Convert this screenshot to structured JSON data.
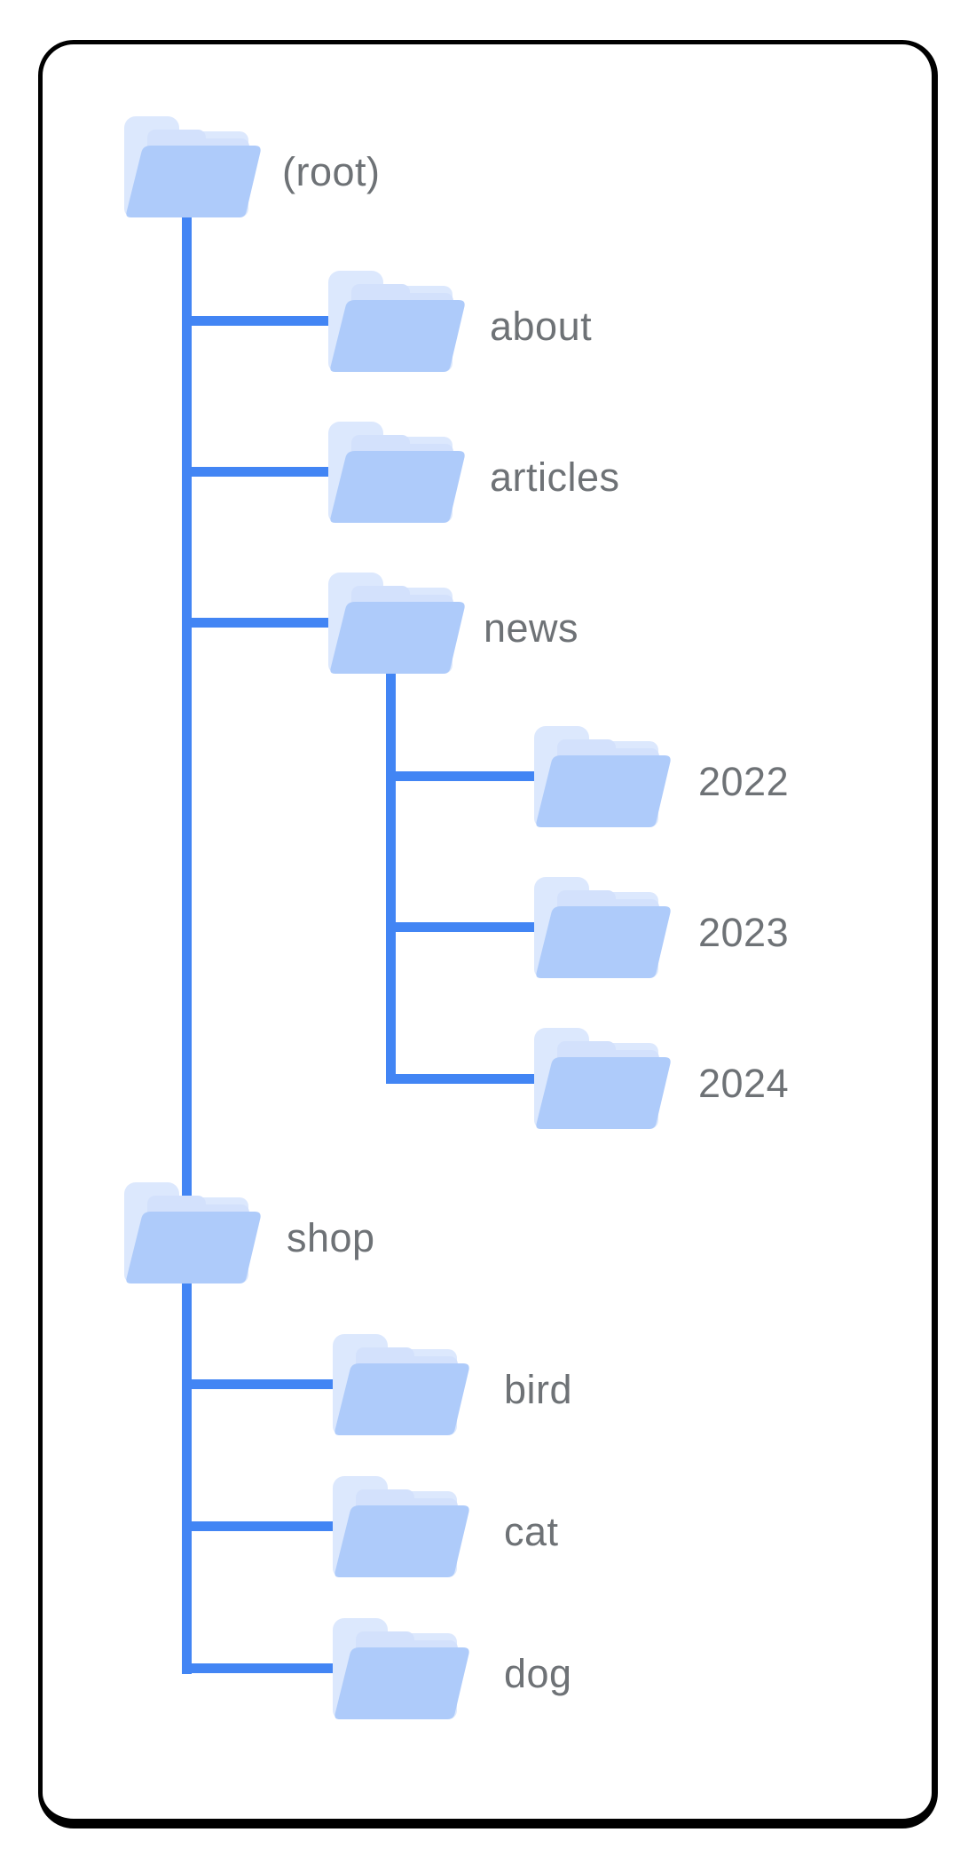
{
  "diagram": {
    "type": "site-folder-tree",
    "colors": {
      "connector_blue": "#4285f4",
      "folder_front": "#aecbfa",
      "folder_middle": "#d3e1fc",
      "folder_back": "#dce8fd",
      "label_gray": "#6e7276",
      "card_border": "#000000",
      "background": "#ffffff"
    },
    "nodes": [
      {
        "id": "root",
        "label": "(root)",
        "depth": 0,
        "parent": null
      },
      {
        "id": "about",
        "label": "about",
        "depth": 1,
        "parent": "root"
      },
      {
        "id": "articles",
        "label": "articles",
        "depth": 1,
        "parent": "root"
      },
      {
        "id": "news",
        "label": "news",
        "depth": 1,
        "parent": "root"
      },
      {
        "id": "2022",
        "label": "2022",
        "depth": 2,
        "parent": "news"
      },
      {
        "id": "2023",
        "label": "2023",
        "depth": 2,
        "parent": "news"
      },
      {
        "id": "2024",
        "label": "2024",
        "depth": 2,
        "parent": "news"
      },
      {
        "id": "shop",
        "label": "shop",
        "depth": 1,
        "parent": "root"
      },
      {
        "id": "bird",
        "label": "bird",
        "depth": 2,
        "parent": "shop"
      },
      {
        "id": "cat",
        "label": "cat",
        "depth": 2,
        "parent": "shop"
      },
      {
        "id": "dog",
        "label": "dog",
        "depth": 2,
        "parent": "shop"
      }
    ],
    "hierarchy": {
      "label": "(root)",
      "children": [
        {
          "label": "about"
        },
        {
          "label": "articles"
        },
        {
          "label": "news",
          "children": [
            {
              "label": "2022"
            },
            {
              "label": "2023"
            },
            {
              "label": "2024"
            }
          ]
        },
        {
          "label": "shop",
          "children": [
            {
              "label": "bird"
            },
            {
              "label": "cat"
            },
            {
              "label": "dog"
            }
          ]
        }
      ]
    }
  }
}
